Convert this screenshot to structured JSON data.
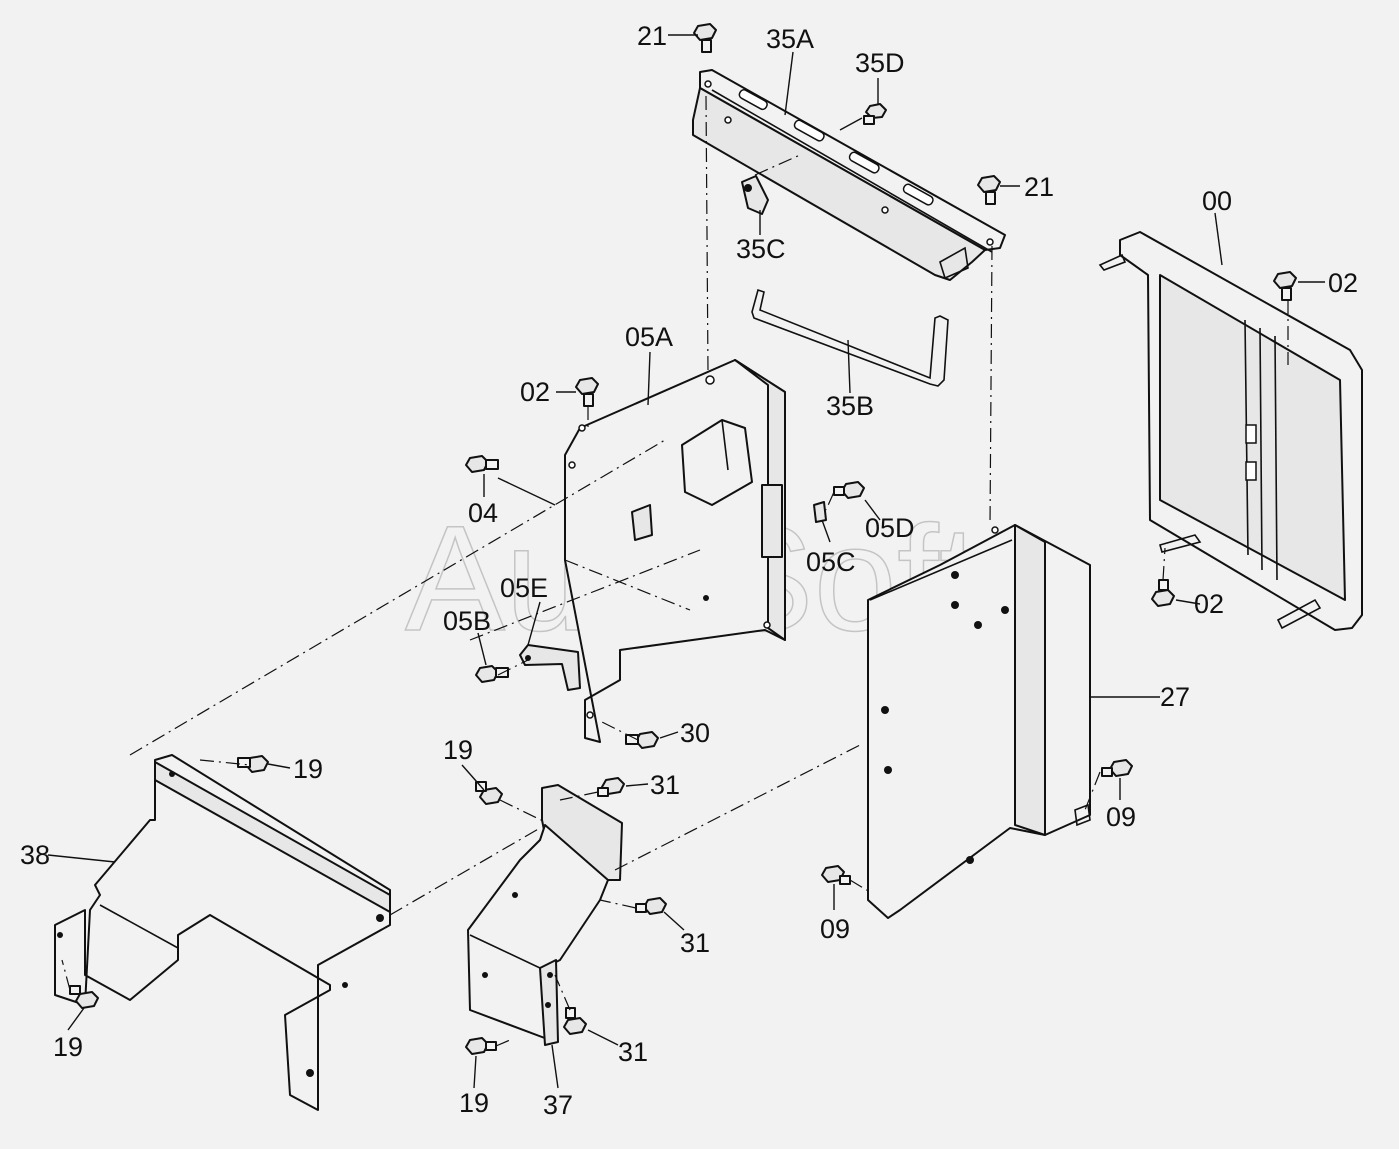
{
  "watermark": "AutoSoft",
  "labels": {
    "l_21_top": "21",
    "l_35A": "35A",
    "l_35D": "35D",
    "l_21_right": "21",
    "l_35C": "35C",
    "l_00": "00",
    "l_02_right_top": "02",
    "l_05A": "05A",
    "l_35B": "35B",
    "l_02_left": "02",
    "l_04": "04",
    "l_05D": "05D",
    "l_05C": "05C",
    "l_05E": "05E",
    "l_05B": "05B",
    "l_02_right_bottom": "02",
    "l_27": "27",
    "l_30": "30",
    "l_19_a": "19",
    "l_19_b": "19",
    "l_31_a": "31",
    "l_09_right": "09",
    "l_38": "38",
    "l_31_b": "31",
    "l_09_bottom": "09",
    "l_19_c": "19",
    "l_31_c": "31",
    "l_19_d": "19",
    "l_37": "37"
  }
}
